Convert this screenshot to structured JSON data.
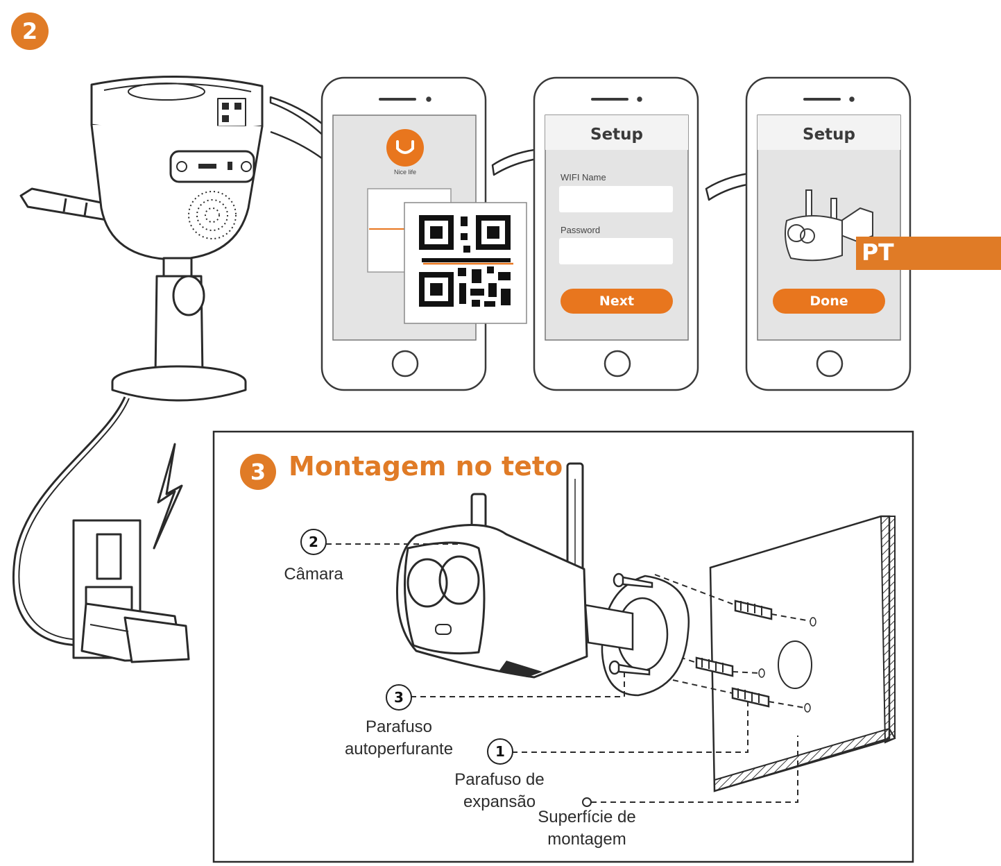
{
  "steps": {
    "step2_number": "2",
    "step3_number": "3"
  },
  "language_tab": "PT",
  "phone_app": {
    "logo_caption": "Nice life",
    "setup_title": "Setup",
    "wifi_label": "WIFI Name",
    "password_label": "Password",
    "next_label": "Next",
    "done_label": "Done"
  },
  "mounting": {
    "title": "Montagem no teto",
    "callouts": [
      {
        "number": "1",
        "line1": "Parafuso de",
        "line2": "expansão"
      },
      {
        "number": "2",
        "line1": "Câmara",
        "line2": ""
      },
      {
        "number": "3",
        "line1": "Parafuso",
        "line2": "autoperfurante"
      }
    ],
    "surface_line1": "Superfície de",
    "surface_line2": "montagem"
  },
  "colors": {
    "accent": "#e07b26",
    "button": "#e8761e",
    "screen": "#e4e4e4",
    "line": "#2a2a2a"
  }
}
